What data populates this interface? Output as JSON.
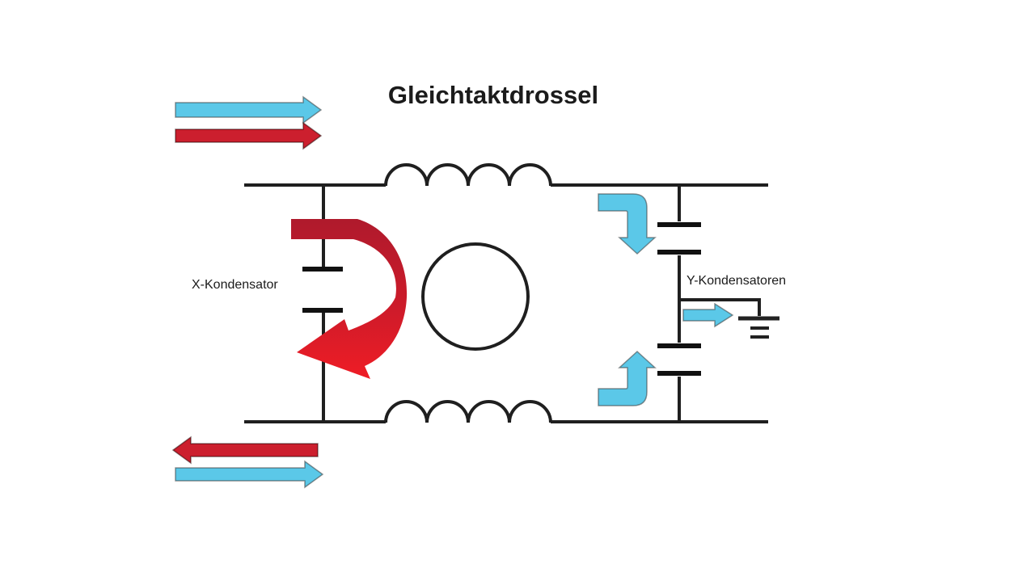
{
  "title": "Gleichtaktdrossel",
  "labels": {
    "x_capacitor": "X-Kondensator",
    "y_capacitors": "Y-Kondensatoren"
  },
  "colors": {
    "line": "#1F1F1F",
    "cyan": "#5BC8E8",
    "red": "#CC1F2E",
    "red_curve_top": "#AF1A2C",
    "red_curve_bottom": "#EF1C25",
    "background": "#FFFFFF"
  },
  "icons": {
    "top_left_arrows": [
      "cyan-right-arrow",
      "red-right-arrow"
    ],
    "bottom_left_arrows": [
      "red-left-arrow",
      "cyan-right-arrow"
    ],
    "center_arrow": "red-curved-arrow-down",
    "right_arrows": [
      "cyan-bent-arrow-down",
      "cyan-right-arrow-to-ground",
      "cyan-bent-arrow-up"
    ],
    "ground": "earth-ground-symbol",
    "core": "choke-core-circle",
    "inductors": [
      "top-winding-coil",
      "bottom-winding-coil"
    ],
    "capacitors": [
      "x-capacitor",
      "y-capacitor-top",
      "y-capacitor-bottom"
    ]
  }
}
